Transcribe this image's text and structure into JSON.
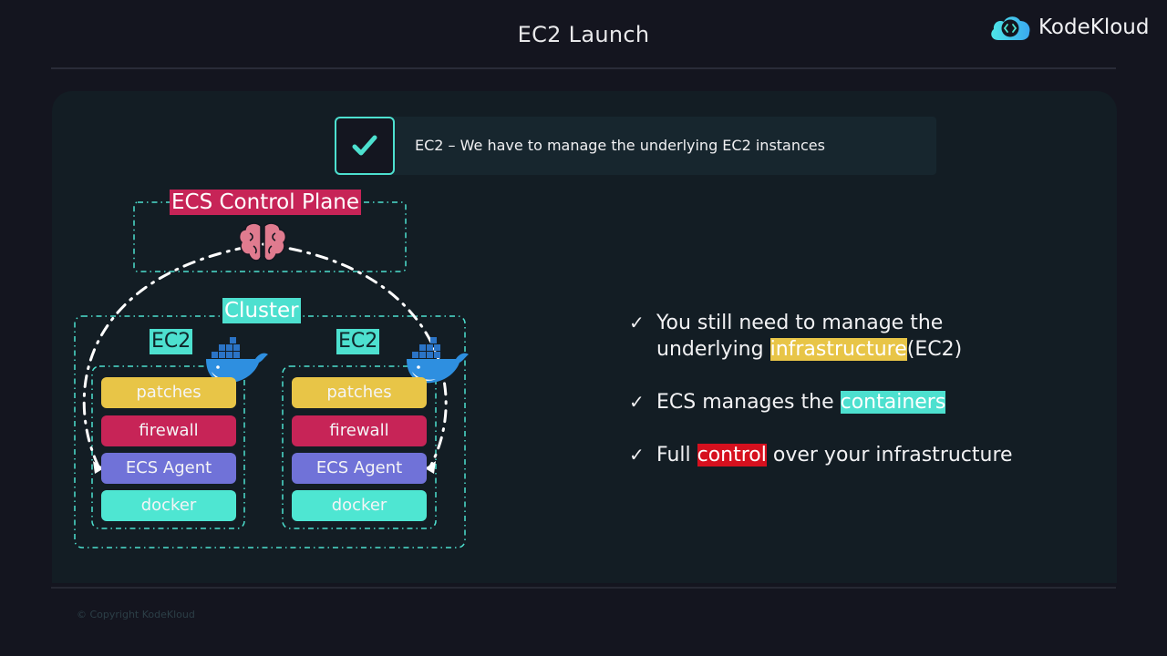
{
  "header": {
    "title": "EC2 Launch",
    "logo_text": "KodeKloud"
  },
  "callout": {
    "icon": "checkmark-icon",
    "text": "EC2 – We have to manage the underlying EC2 instances"
  },
  "diagram": {
    "control_plane_label": "ECS Control Plane",
    "control_plane_icon": "brain-icon",
    "cluster_label": "Cluster",
    "instances": [
      {
        "label": "EC2",
        "icon": "docker-whale-icon",
        "layers": [
          "patches",
          "firewall",
          "ECS Agent",
          "docker"
        ]
      },
      {
        "label": "EC2",
        "icon": "docker-whale-icon",
        "layers": [
          "patches",
          "firewall",
          "ECS Agent",
          "docker"
        ]
      }
    ],
    "colors": {
      "patches": "#e8c547",
      "firewall": "#c72457",
      "ecs_agent": "#7072d8",
      "docker": "#4ee6d2",
      "accent": "#4de0cf"
    }
  },
  "bullets": [
    {
      "mark": "✓",
      "before": "You still need to manage the underlying ",
      "highlight": "infrastructure",
      "after": "(EC2)",
      "highlight_color": "#e8c547"
    },
    {
      "mark": "✓",
      "before": "ECS manages the ",
      "highlight": "containers",
      "after": "",
      "highlight_color": "#4de0cf"
    },
    {
      "mark": "✓",
      "before": "Full ",
      "highlight": "control",
      "after": " over your infrastructure",
      "highlight_color": "#d6101e"
    }
  ],
  "footer": {
    "copyright": "© Copyright KodeKloud"
  }
}
